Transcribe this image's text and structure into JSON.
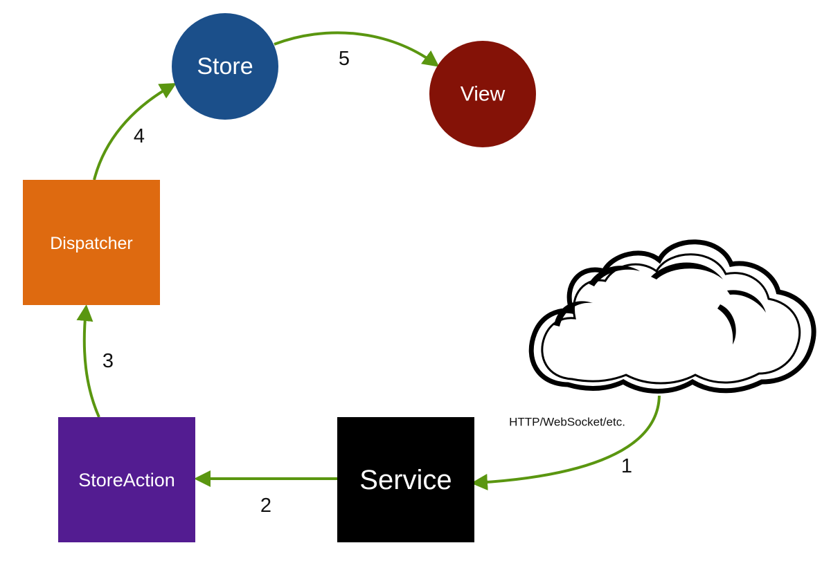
{
  "colors": {
    "arrow": "#5a9610",
    "store": "#1b4f8a",
    "view": "#841207",
    "dispatcher": "#de6a10",
    "store_action": "#531c91",
    "service": "#000000",
    "cloud_stroke": "#000000",
    "cloud_fill": "#ffffff"
  },
  "nodes": {
    "store": "Store",
    "view": "View",
    "dispatcher": "Dispatcher",
    "store_action": "StoreAction",
    "service": "Service"
  },
  "cloud": {
    "icon": "cloud-icon",
    "connection_label": "HTTP/WebSocket/etc."
  },
  "steps": [
    "1",
    "2",
    "3",
    "4",
    "5"
  ],
  "flow": [
    {
      "step": "1",
      "from": "cloud",
      "to": "service"
    },
    {
      "step": "2",
      "from": "service",
      "to": "store_action"
    },
    {
      "step": "3",
      "from": "store_action",
      "to": "dispatcher"
    },
    {
      "step": "4",
      "from": "dispatcher",
      "to": "store"
    },
    {
      "step": "5",
      "from": "store",
      "to": "view"
    }
  ]
}
